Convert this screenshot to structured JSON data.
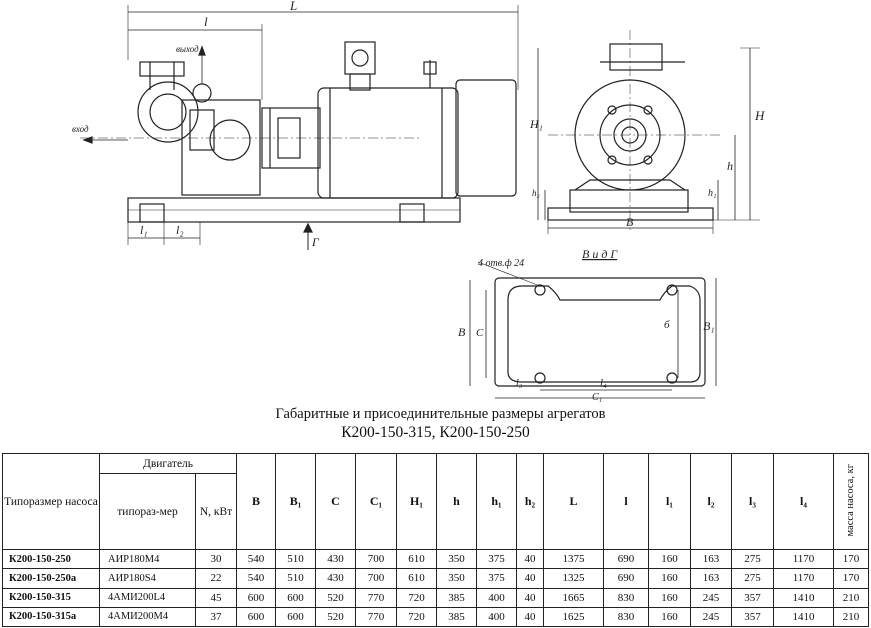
{
  "drawing": {
    "labels": {
      "L": "L",
      "l": "l",
      "out": "выход",
      "in": "вход",
      "l1": "l₁",
      "l2": "l₂",
      "G": "Г",
      "H1": "H₁",
      "H": "H",
      "h": "h",
      "h2": "h₂",
      "h1": "h₁",
      "B": "B",
      "view": "В и д Г",
      "holes": "4 отв.ф 24",
      "B_plan": "B",
      "C_plan": "C",
      "b_plan": "б",
      "B1_plan": "B₁",
      "l3": "l₃",
      "l4": "l₄",
      "C1": "C₁"
    }
  },
  "title": {
    "line1": "Габаритные и присоединительные размеры агрегатов",
    "line2": "К200-150-315, К200-150-250"
  },
  "table": {
    "headers": {
      "model": "Типоразмер насоса",
      "motor": "Двигатель",
      "motor_type": "типораз-мер",
      "power": "N, кВт",
      "B": "B",
      "B1": "B₁",
      "C": "C",
      "C1": "C₁",
      "H1": "H₁",
      "h": "h",
      "h1": "h₁",
      "h2": "h₂",
      "L": "L",
      "l": "l",
      "l1": "l₁",
      "l2": "l₂",
      "l3": "l₃",
      "l4": "l₄",
      "mass": "масса насоса, кг"
    },
    "rows": [
      [
        "К200-150-250",
        "АИР180М4",
        "30",
        "540",
        "510",
        "430",
        "700",
        "610",
        "350",
        "375",
        "40",
        "1375",
        "690",
        "160",
        "163",
        "275",
        "1170",
        "170"
      ],
      [
        "К200-150-250а",
        "АИР180S4",
        "22",
        "540",
        "510",
        "430",
        "700",
        "610",
        "350",
        "375",
        "40",
        "1325",
        "690",
        "160",
        "163",
        "275",
        "1170",
        "170"
      ],
      [
        "К200-150-315",
        "4АМИ200L4",
        "45",
        "600",
        "600",
        "520",
        "770",
        "720",
        "385",
        "400",
        "40",
        "1665",
        "830",
        "160",
        "245",
        "357",
        "1410",
        "210"
      ],
      [
        "К200-150-315а",
        "4АМИ200М4",
        "37",
        "600",
        "600",
        "520",
        "770",
        "720",
        "385",
        "400",
        "40",
        "1625",
        "830",
        "160",
        "245",
        "357",
        "1410",
        "210"
      ]
    ]
  }
}
